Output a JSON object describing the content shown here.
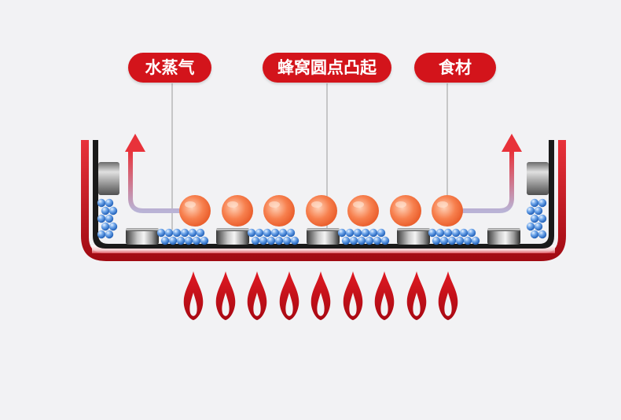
{
  "labels": {
    "steam": "水蒸气",
    "honeycomb_dots": "蜂窝圆点凸起",
    "food": "食材"
  },
  "colors": {
    "background": "#f2f2f4",
    "label_red": "#d3141b",
    "flame_red": "#c8101a",
    "food_orange": "#f7804e",
    "water_blue": "#3d7fd6",
    "arrow_red": "#e8323a",
    "pan_rim": "#d0101c"
  },
  "icons": {
    "flame": "flame-icon",
    "steam_arrow": "steam-arrow-icon",
    "water_droplet": "water-droplet-icon",
    "food_ball": "food-ball-icon",
    "raised_dot": "raised-dot-icon"
  }
}
